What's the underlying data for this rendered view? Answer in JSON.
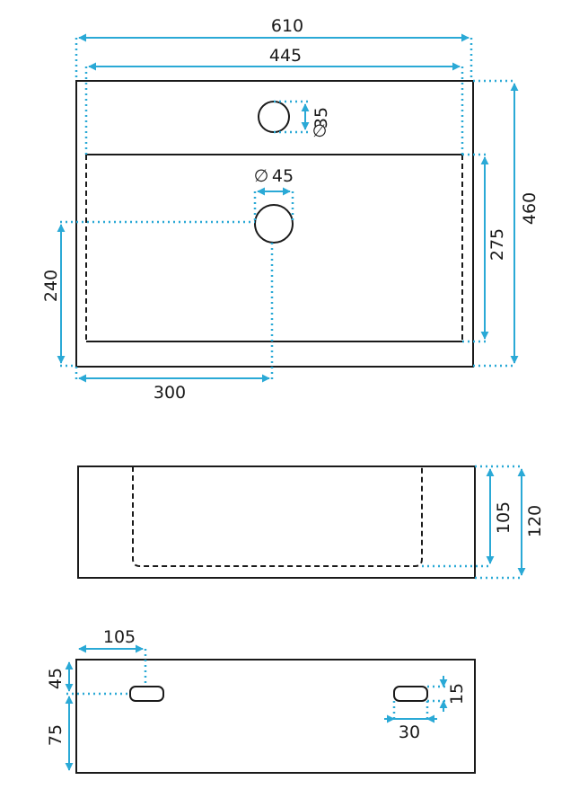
{
  "colors": {
    "outline": "#1a1a1a",
    "dimension": "#2aa9d6",
    "background": "#ffffff"
  },
  "top_view": {
    "overall_width": "610",
    "basin_width": "445",
    "tap_hole_diameter": "35",
    "drain_diameter": "45",
    "overall_depth": "460",
    "basin_depth": "275",
    "drain_from_front": "240",
    "drain_from_side": "300",
    "diameter_symbol": "∅"
  },
  "front_view": {
    "basin_height": "105",
    "overall_height": "120"
  },
  "bottom_view": {
    "slot_from_side": "105",
    "slot_from_back": "45",
    "slot_from_front": "75",
    "slot_height": "15",
    "slot_width": "30"
  }
}
